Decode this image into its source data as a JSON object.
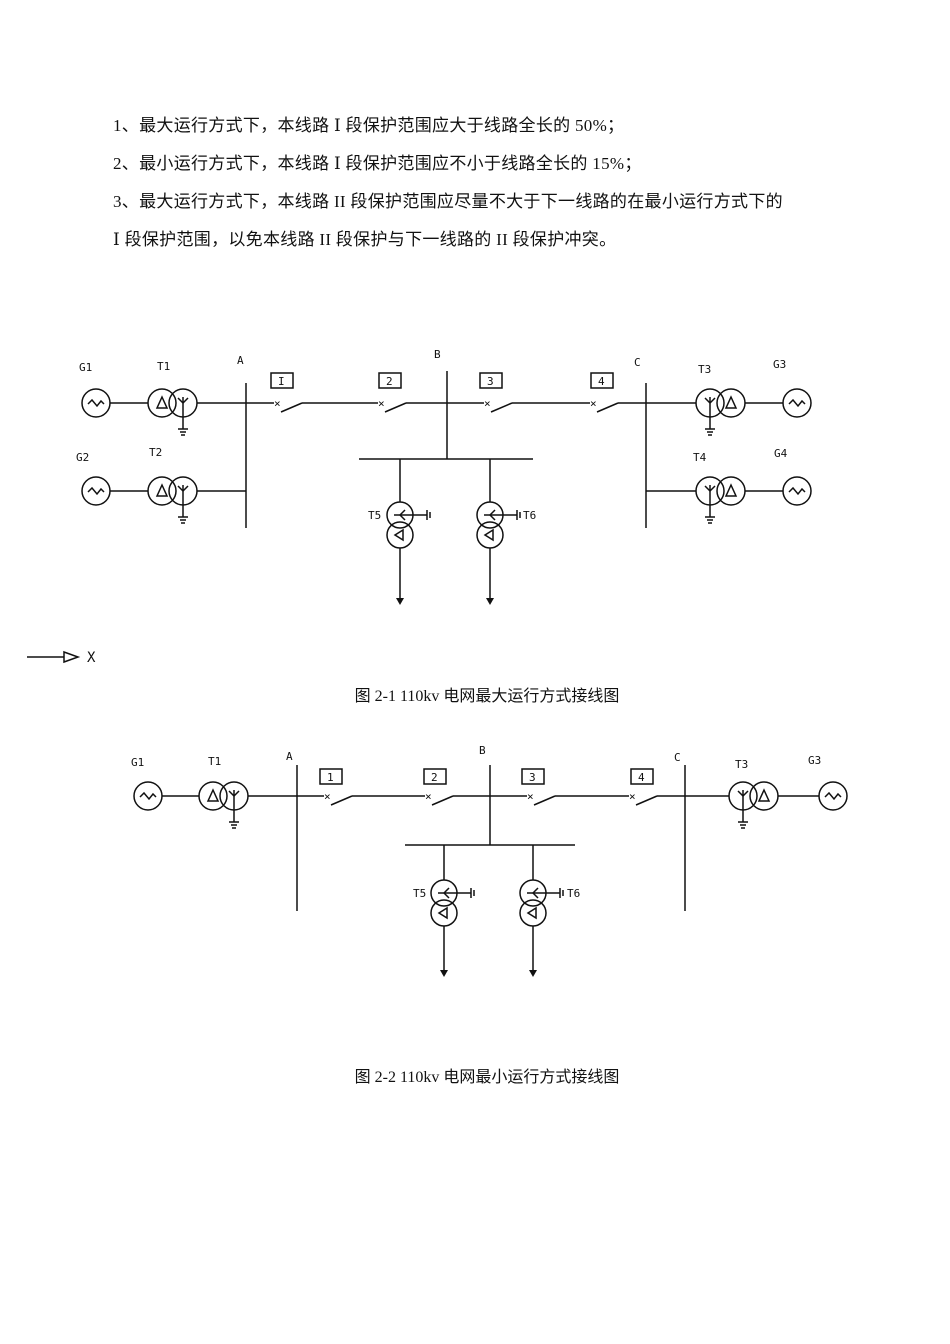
{
  "requirements": [
    "1、最大运行方式下，本线路 Ⅰ 段保护范围应大于线路全长的 50%；",
    "2、最小运行方式下，本线路 Ⅰ 段保护范围应不小于线路全长的 15%；",
    "3、最大运行方式下，本线路 II 段保护范围应尽量不大于下一线路的在最小运行方式下的",
    "Ⅰ 段保护范围，以免本线路 II 段保护与下一线路的 II 段保护冲突。"
  ],
  "figure1": {
    "caption": "图 2-1 110kv 电网最大运行方式接线图",
    "labels": {
      "G1": "G1",
      "G2": "G2",
      "T1": "T1",
      "T2": "T2",
      "A": "A",
      "B": "B",
      "C": "C",
      "T3": "T3",
      "T4": "T4",
      "G3": "G3",
      "G4": "G4",
      "T5": "T5",
      "T6": "T6"
    },
    "breakers": [
      "I",
      "2",
      "3",
      "4"
    ],
    "axis_label": "X"
  },
  "figure2": {
    "caption": "图 2-2 110kv 电网最小运行方式接线图",
    "labels": {
      "G1": "G1",
      "T1": "T1",
      "A": "A",
      "B": "B",
      "C": "C",
      "T3": "T3",
      "G3": "G3",
      "T5": "T5",
      "T6": "T6"
    },
    "breakers": [
      "1",
      "2",
      "3",
      "4"
    ]
  }
}
